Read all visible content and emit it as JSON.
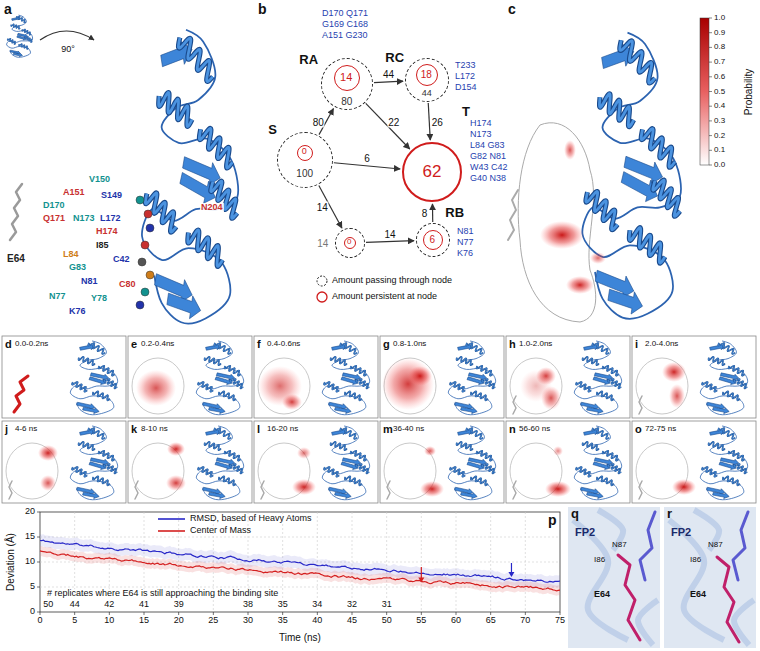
{
  "diagram": {
    "nodes": [
      {
        "text": [
          "S",
          "100"
        ]
      },
      {
        "text": [
          "0"
        ],
        "in": 0
      },
      {
        "text": [
          "RA",
          "80"
        ]
      },
      {
        "text": [
          "14"
        ],
        "in": 2
      },
      {
        "text": [
          "RC",
          "44"
        ]
      },
      {
        "text": [
          "18"
        ],
        "in": 4
      },
      {
        "text": [
          "T",
          "62"
        ]
      },
      {
        "text": [
          "14"
        ]
      },
      {
        "text": [
          "0"
        ],
        "in": 7
      },
      {
        "text": [
          "RB"
        ]
      },
      {
        "text": [
          "6"
        ],
        "in": 9
      }
    ],
    "edges": [
      {
        "from": 0,
        "to": 2,
        "arrow": "to",
        "label": "80"
      },
      {
        "from": 2,
        "to": 4,
        "arrow": "to",
        "label": "44"
      },
      {
        "from": 2,
        "to": 6,
        "arrow": "to",
        "label": "22"
      },
      {
        "from": 0,
        "to": 6,
        "arrow": "to",
        "label": "6"
      },
      {
        "from": 4,
        "to": 6,
        "arrow": "to",
        "label": "26"
      },
      {
        "from": 0,
        "to": 7,
        "arrow": "to",
        "label": "14"
      },
      {
        "from": 7,
        "to": 9,
        "arrow": "to",
        "label": "14"
      },
      {
        "from": 9,
        "to": 6,
        "arrow": "to",
        "label": "8"
      }
    ],
    "labels": [
      "a",
      "b",
      "c",
      "90°",
      "V150",
      "A151",
      "S149",
      "D170",
      "Q171",
      "N204",
      "N173",
      "L172",
      "H174",
      "I85",
      "C42",
      "L84",
      "G83",
      "C80",
      "N81",
      "N77",
      "Y78",
      "K76",
      "E64",
      "D170 Q171",
      "G169 C168",
      "A151 G230",
      "T233",
      "L172",
      "D154",
      "H174",
      "N173",
      "L84 G83",
      "G82 N81",
      "W43 C42",
      "G40 N38",
      "N81",
      "N77",
      "K76",
      "Probability",
      "0.0",
      "0.1",
      "0.2",
      "0.3",
      "0.4",
      "0.5",
      "0.6",
      "0.7",
      "0.8",
      "0.9",
      "1.0",
      "d",
      "0.0-0.2ns",
      "e",
      "0.2-0.4ns",
      "f",
      "0.4-0.6ns",
      "g",
      "0.8-1.0ns",
      "h",
      "1.0-2.0ns",
      "i",
      "2.0-4.0ns",
      "j",
      "4-6 ns",
      "k",
      "8-10 ns",
      "l",
      "16-20 ns",
      "m",
      "36-40 ns",
      "n",
      "56-60 ns",
      "o",
      "72-75 ns",
      "p",
      "Deviation (Å)",
      "0",
      "5",
      "10",
      "15",
      "20",
      "0",
      "5",
      "10",
      "15",
      "20",
      "25",
      "30",
      "35",
      "40",
      "45",
      "50",
      "55",
      "60",
      "65",
      "70",
      "75",
      "Time (ns)",
      "# replicates where E64 is still approaching the binding site",
      "50",
      "44",
      "42",
      "41",
      "39",
      "38",
      "35",
      "34",
      "32",
      "31",
      "q",
      "FP2",
      "E64",
      "I86",
      "N87",
      "r",
      "FP2",
      "E64",
      "I86",
      "N87"
    ],
    "legend": [
      {
        "text": "Amount passing through node"
      },
      {
        "text": "Amount persistent at node"
      },
      {
        "text": "RMSD, based of Heavy Atoms"
      },
      {
        "text": "Center of Mass"
      }
    ]
  }
}
